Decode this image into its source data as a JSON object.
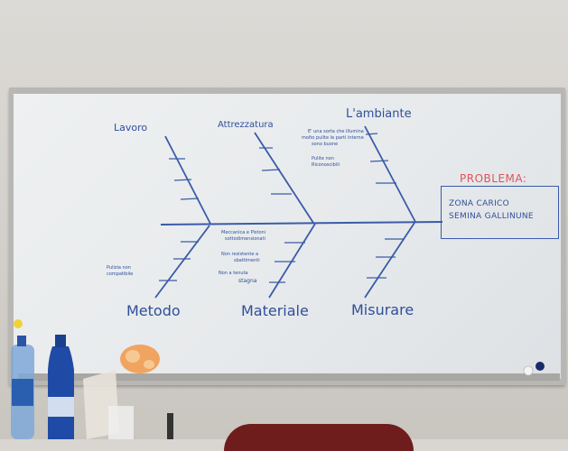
{
  "whiteboard": {
    "categories": {
      "lavoro": "Lavoro",
      "attrezzatura": "Attrezzatura",
      "ambiente": "L'ambiante",
      "metodo": "Metodo",
      "materiale": "Materiale",
      "misurare": "Misurare"
    },
    "notes": {
      "ambiente_1": "E' una sorta che illumina",
      "ambiente_2": "molto pulite le parti interne",
      "ambiente_3": "sono buone",
      "ambiente_4": "Pulite non",
      "ambiente_5": "Riconoscibili",
      "materiale_1": "Meccanica e Pistoni",
      "materiale_2": "sottodimensionati",
      "materiale_3": "Non resistente a",
      "materiale_4": "sbattimenti",
      "materiale_5": "Non a tenuta",
      "materiale_6": "stagna",
      "metodo_1": "Pulizia non",
      "metodo_2": "compatibile"
    },
    "problem_label": "PROBLEMA:",
    "problem_line_1": "ZONA CARICO",
    "problem_line_2": "SEMINA GALLINUNE"
  },
  "colors": {
    "marker_blue": "#2f4f9a",
    "marker_red": "#e0535a",
    "board": "#e9ecee",
    "frame": "#b9b7b3"
  }
}
